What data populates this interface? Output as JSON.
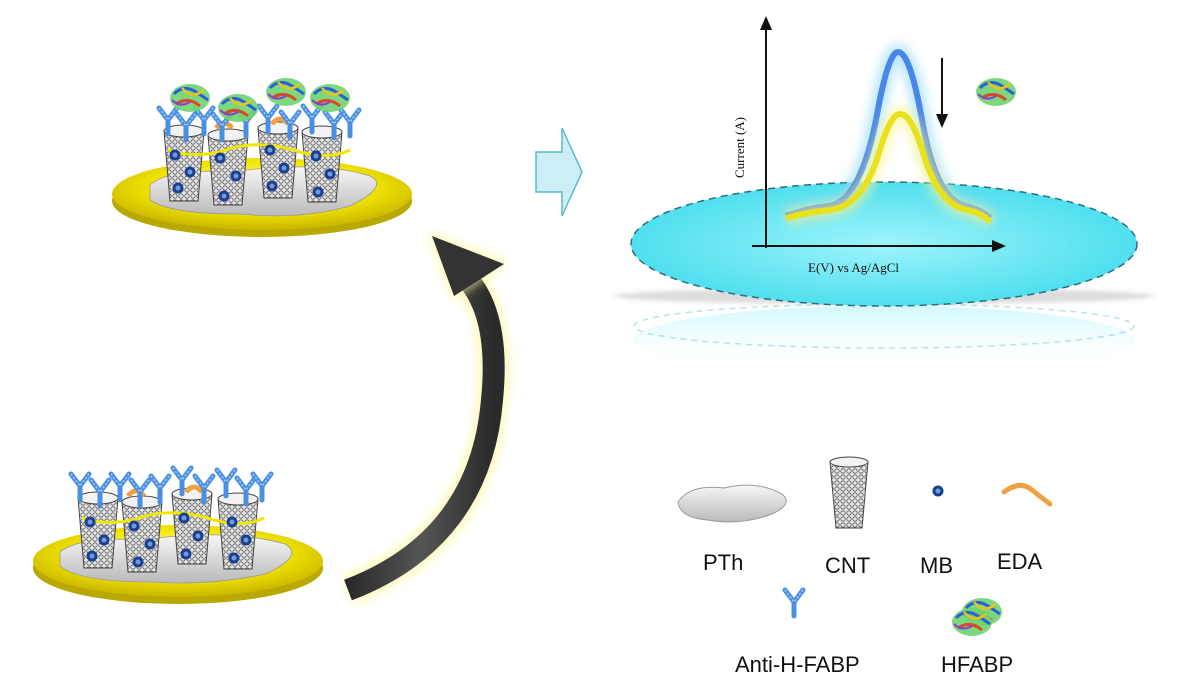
{
  "graph": {
    "ylabel": "Current (A)",
    "xlabel": "E(V) vs Ag/AgCl"
  },
  "legend": {
    "pth": "PTh",
    "cnt": "CNT",
    "mb": "MB",
    "eda": "EDA",
    "antibody": "Anti-H-FABP",
    "hfabp": "HFABP"
  },
  "colors": {
    "gold": "#f2e600",
    "antibody": "#4a90e2",
    "mb": "#1d3f8f",
    "eda": "#f0a040",
    "ellipse": "#5ee6f2",
    "arrow": "#3a3a3a",
    "hollow_arrow": "#cdeef5"
  }
}
